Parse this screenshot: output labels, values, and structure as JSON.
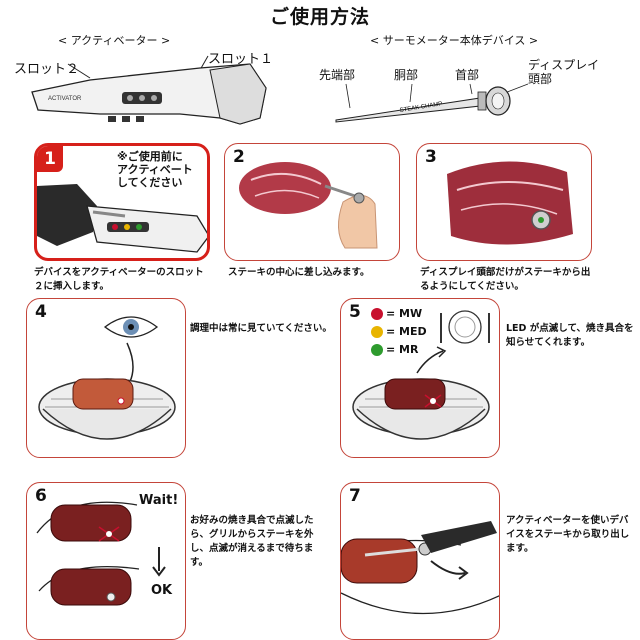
{
  "title": "ご使用方法",
  "header": {
    "activator_heading": "< アクティベーター >",
    "device_heading": "< サーモメーター本体デバイス >",
    "slot2": "スロット２",
    "slot1": "スロット１",
    "activator_text": "ACTIVATOR",
    "tip": "先端部",
    "body": "胴部",
    "neck": "首部",
    "display_head": "ディスプレイ\n頭部",
    "probe_text": "STEAK CHAMP"
  },
  "steps": [
    {
      "num": "1",
      "bubble": "※ご使用前に\nアクティベート\nしてください",
      "caption": "デバイスをアクティベーターのスロット\n２に挿入します。"
    },
    {
      "num": "2",
      "caption": "ステーキの中心に差し込みます。"
    },
    {
      "num": "3",
      "caption": "ディスプレイ頭部だけがステーキから出\nるようにしてください。"
    },
    {
      "num": "4",
      "caption": "調理中は常に見ていてください。"
    },
    {
      "num": "5",
      "caption": "LED が点滅して、焼き具合を\n知らせてくれます。",
      "leds": [
        {
          "label": "= MW",
          "color": "#c8102e"
        },
        {
          "label": "= MED",
          "color": "#e8b400"
        },
        {
          "label": "= MR",
          "color": "#2e9b2e"
        }
      ]
    },
    {
      "num": "6",
      "wait": "Wait!",
      "ok": "OK",
      "caption": "お好みの焼き具合で点滅した\nら、グリルからステーキを外\nし、点滅が消えるまで待ちま\nす。"
    },
    {
      "num": "7",
      "caption": "アクティベーターを使いデバ\nイスをステーキから取り出し\nます。"
    }
  ]
}
